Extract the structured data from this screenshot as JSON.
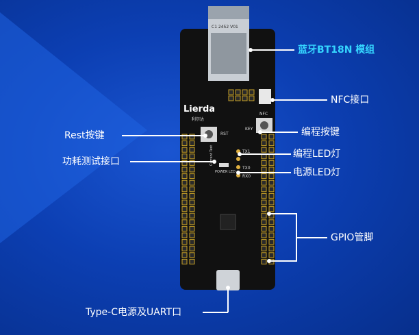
{
  "labels": {
    "bt_module": "蓝牙BT18N 模组",
    "nfc": "NFC接口",
    "rest": "Rest按键",
    "prog_key": "编程按键",
    "prog_led": "编程LED灯",
    "power_test": "功耗测试接口",
    "power_led": "电源LED灯",
    "gpio": "GPIO管脚",
    "typec": "Type-C电源及UART口"
  },
  "silkscreen": {
    "brand": "Lierda",
    "brand_cn": "利尔达",
    "module_code": "C1 2452 V01",
    "nfc": "NFC",
    "rst": "RST",
    "key": "KEY",
    "tx1": "TX1",
    "tx0": "TX0",
    "rx0": "RX0",
    "current_test": "Current Test",
    "power_led": "POWER LED"
  },
  "colors": {
    "background": "#0c3fb3",
    "board": "#111111",
    "accent_label": "#35d6ff",
    "pin_gold": "#c9a227"
  }
}
